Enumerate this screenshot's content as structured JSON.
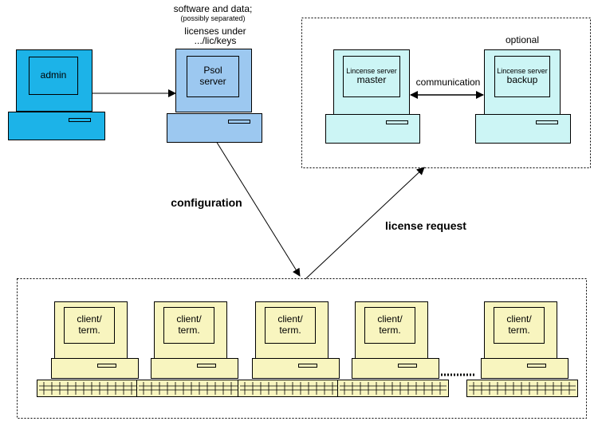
{
  "colors": {
    "admin": "#1cb3e8",
    "psol": "#9cc8f0",
    "license": "#ccf5f5",
    "client": "#f8f5bf"
  },
  "nodes": {
    "admin": {
      "label": "admin"
    },
    "psol": {
      "label": "Psol\nserver"
    },
    "master": {
      "label_small": "Lincense server",
      "label": "master"
    },
    "backup": {
      "label_small": "Lincense server",
      "label": "backup"
    },
    "clients": [
      {
        "label": "client/\nterm."
      },
      {
        "label": "client/\nterm."
      },
      {
        "label": "client/\nterm."
      },
      {
        "label": "client/\nterm."
      },
      {
        "label": "client/\nterm."
      }
    ]
  },
  "labels": {
    "software": "software and data;",
    "possibly": "(possibly separated)",
    "licenses_under": "licenses under",
    "lic_path": ".../lic/keys",
    "optional": "optional",
    "communication": "communication",
    "configuration": "configuration",
    "license_request": "license request"
  }
}
